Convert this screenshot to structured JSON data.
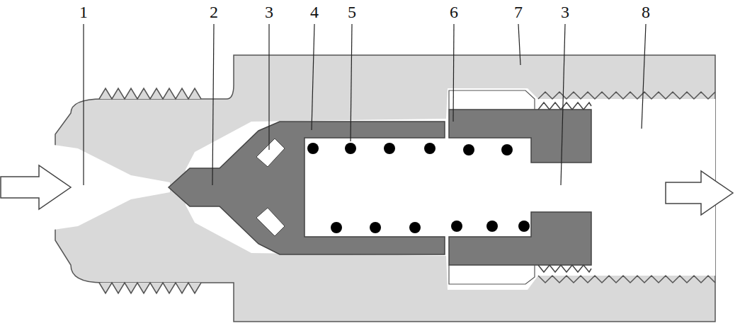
{
  "diagram": {
    "labels": [
      "1",
      "2",
      "3",
      "4",
      "5",
      "6",
      "7",
      "3",
      "8"
    ]
  }
}
